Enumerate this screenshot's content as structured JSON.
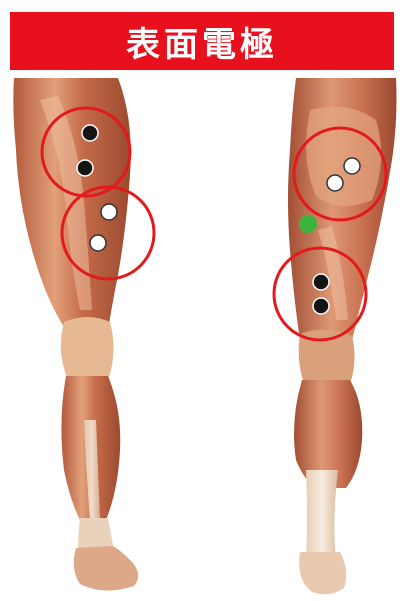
{
  "title": "表面電極",
  "colors": {
    "banner": "#e8101c",
    "muscle_dark": "#b45a3c",
    "muscle_mid": "#d88a66",
    "muscle_light": "#efc0a0",
    "tendon": "#f3e6d8",
    "circle": "#e31a1c",
    "electrode_black": "#141414",
    "electrode_white": "#ffffff",
    "ground_electrode": "#3cb43c"
  },
  "figures": [
    {
      "view": "front-leg",
      "electrode_pairs": [
        {
          "color": "black"
        },
        {
          "color": "white"
        }
      ]
    },
    {
      "view": "back-leg",
      "electrode_pairs": [
        {
          "color": "white"
        },
        {
          "color": "black"
        }
      ],
      "ground_electrode": "green"
    }
  ]
}
